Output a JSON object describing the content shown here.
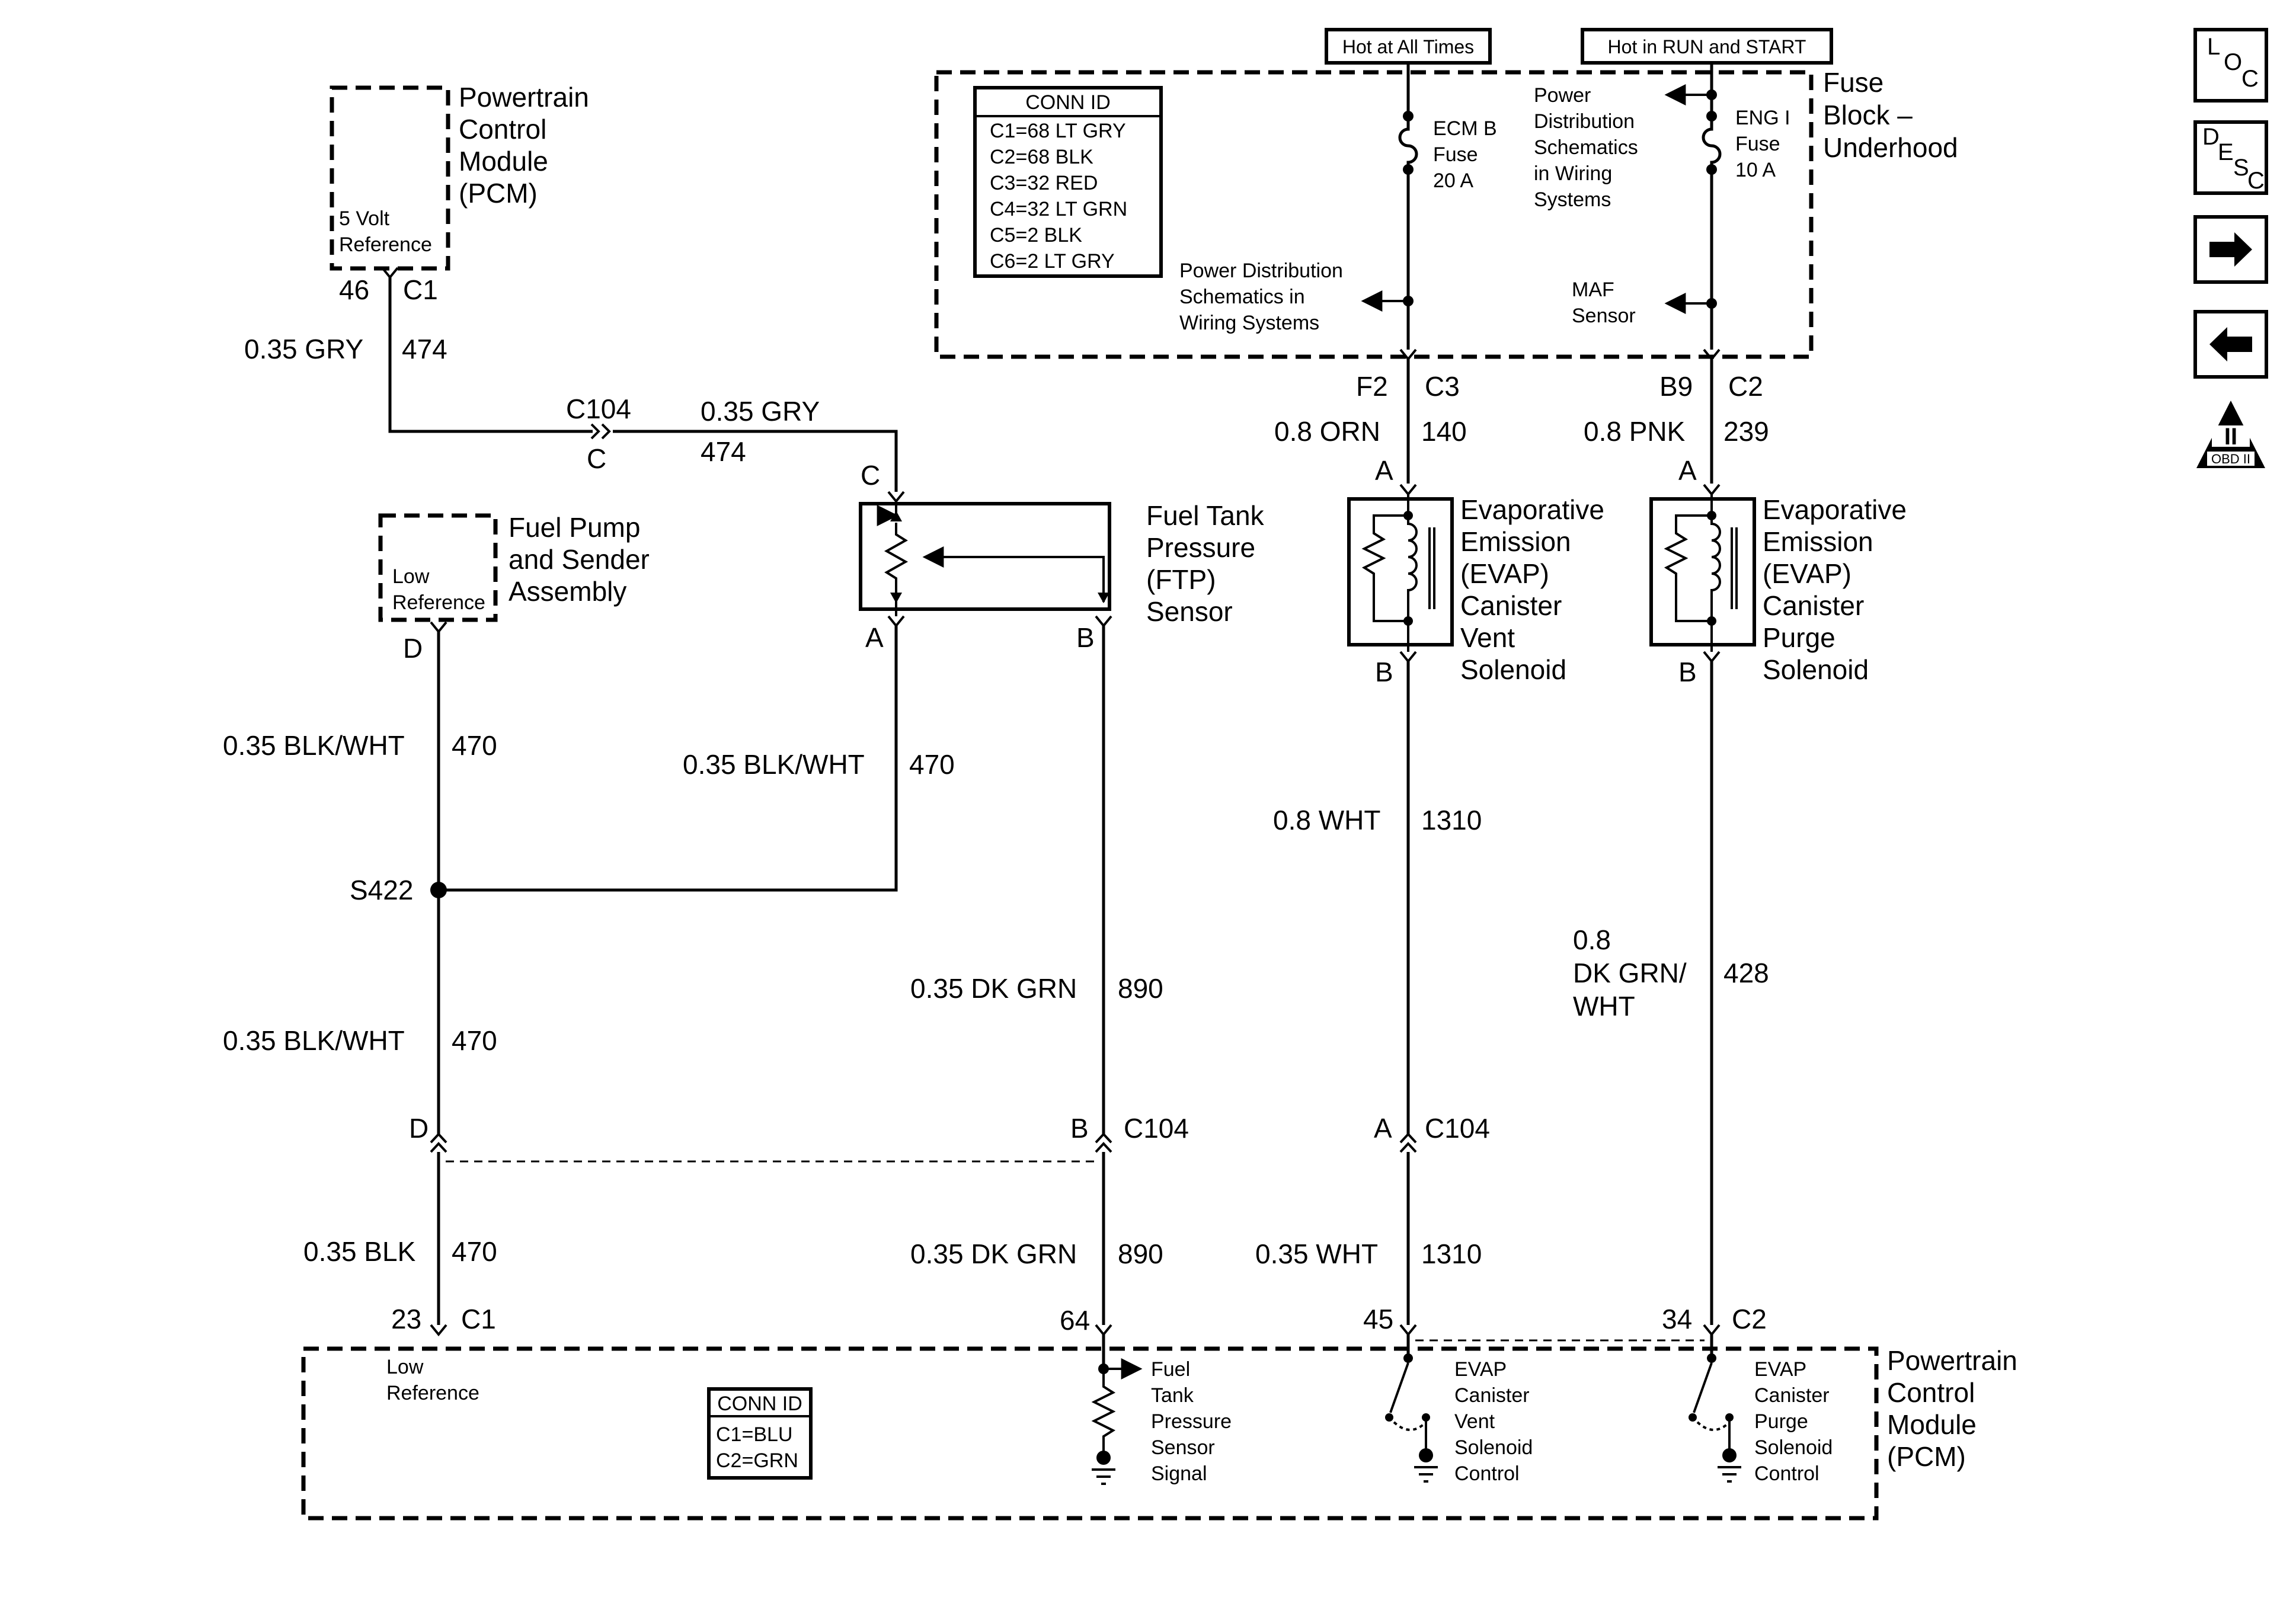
{
  "pcm_top": {
    "title_lines": [
      "Powertrain",
      "Control",
      "Module",
      "(PCM)"
    ],
    "ref_lines": [
      "5 Volt",
      "Reference"
    ],
    "pin": "46",
    "connector": "C1",
    "wire_color": "0.35 GRY",
    "circuit": "474"
  },
  "inline_c104_top": {
    "connector": "C104",
    "cavity": "C",
    "wire_color": "0.35 GRY",
    "circuit": "474"
  },
  "fuse_block": {
    "title_lines": [
      "Fuse",
      "Block –",
      "Underhood"
    ],
    "conn_title": "CONN ID",
    "conn_rows": [
      "C1=68 LT GRY",
      "C2=68 BLK",
      "C3=32 RED",
      "C4=32 LT GRN",
      "C5=2 BLK",
      "C6=2 LT GRY"
    ],
    "hot_always": "Hot at All Times",
    "hot_run": "Hot in RUN and START",
    "fuse1_lines": [
      "ECM B",
      "Fuse",
      "20 A"
    ],
    "fuse2_lines": [
      "ENG I",
      "Fuse",
      "10 A"
    ],
    "pd1_lines": [
      "Power Distribution",
      "Schematics in",
      "Wiring Systems"
    ],
    "pd2_lines": [
      "Power",
      "Distribution",
      "Schematics",
      "in Wiring",
      "Systems"
    ],
    "maf_lines": [
      "MAF",
      "Sensor"
    ],
    "out1_pin": "F2",
    "out1_conn": "C3",
    "out2_pin": "B9",
    "out2_conn": "C2"
  },
  "wires": {
    "w140_color": "0.8 ORN",
    "w140_circuit": "140",
    "w239_color": "0.8 PNK",
    "w239_circuit": "239",
    "w470a_color": "0.35 BLK/WHT",
    "w470a_circuit": "470",
    "w470b_color": "0.35 BLK/WHT",
    "w470b_circuit": "470",
    "w470c_color": "0.35 BLK/WHT",
    "w470c_circuit": "470",
    "w1310a_color": "0.8 WHT",
    "w1310a_circuit": "1310",
    "w890a_color": "0.35 DK GRN",
    "w890a_circuit": "890",
    "w428_color_lines": [
      "0.8",
      "DK GRN/",
      "WHT"
    ],
    "w428_circuit": "428",
    "w470d_color": "0.35 BLK",
    "w470d_circuit": "470",
    "w890b_color": "0.35 DK GRN",
    "w890b_circuit": "890",
    "w1310b_color": "0.35 WHT",
    "w1310b_circuit": "1310"
  },
  "fuel_pump": {
    "title_lines": [
      "Fuel Pump",
      "and Sender",
      "Assembly"
    ],
    "ref_lines": [
      "Low",
      "Reference"
    ],
    "pin": "D"
  },
  "ftp_sensor": {
    "title_lines": [
      "Fuel Tank",
      "Pressure",
      "(FTP)",
      "Sensor"
    ],
    "pin_c": "C",
    "pin_a": "A",
    "pin_b": "B"
  },
  "vent_solenoid": {
    "title_lines": [
      "Evaporative",
      "Emission",
      "(EVAP)",
      "Canister",
      "Vent",
      "Solenoid"
    ],
    "pin_a": "A",
    "pin_b": "B"
  },
  "purge_solenoid": {
    "title_lines": [
      "Evaporative",
      "Emission",
      "(EVAP)",
      "Canister",
      "Purge",
      "Solenoid"
    ],
    "pin_a": "A",
    "pin_b": "B"
  },
  "splice": {
    "label": "S422"
  },
  "c104_bottom": {
    "cav_d": "D",
    "cav_b": "B",
    "cav_a": "A",
    "label_b": "C104",
    "label_a": "C104"
  },
  "pcm_bottom": {
    "title_lines": [
      "Powertrain",
      "Control",
      "Module",
      "(PCM)"
    ],
    "pin_23": "23",
    "conn_c1": "C1",
    "pin_64": "64",
    "pin_45": "45",
    "pin_34": "34",
    "conn_c2": "C2",
    "low_ref_lines": [
      "Low",
      "Reference"
    ],
    "conn_title": "CONN ID",
    "conn_rows": [
      "C1=BLU",
      "C2=GRN"
    ],
    "ftp_signal_lines": [
      "Fuel",
      "Tank",
      "Pressure",
      "Sensor",
      "Signal"
    ],
    "vent_ctrl_lines": [
      "EVAP",
      "Canister",
      "Vent",
      "Solenoid",
      "Control"
    ],
    "purge_ctrl_lines": [
      "EVAP",
      "Canister",
      "Purge",
      "Solenoid",
      "Control"
    ]
  },
  "nav": {
    "loc_chars": [
      "L",
      "O",
      "C"
    ],
    "desc_chars": [
      "D",
      "E",
      "S",
      "C"
    ],
    "right_arrow": "➔",
    "left_arrow": "←",
    "obd_roman": "II",
    "obd_text": "OBD II"
  }
}
